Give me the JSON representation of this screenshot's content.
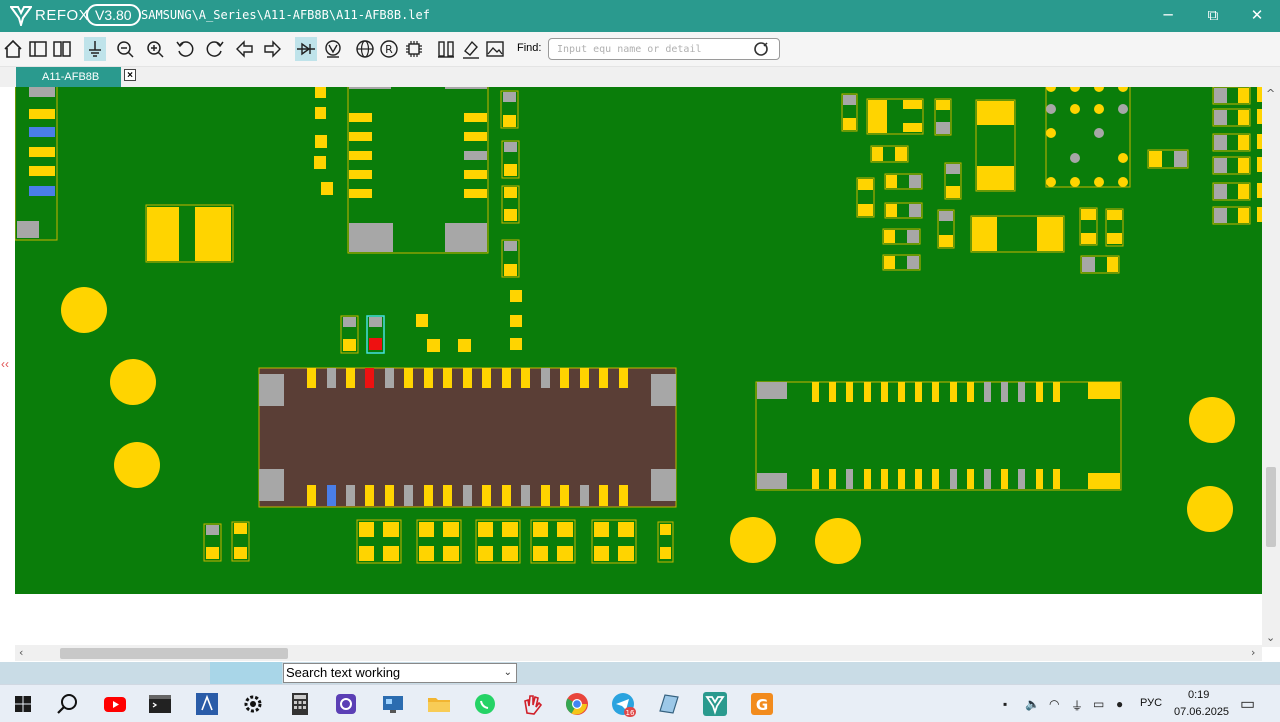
{
  "app": {
    "name": "REFOX",
    "version": "V3.80",
    "file_path": "SAMSUNG\\A_Series\\A11-AFB8B\\A11-AFB8B.lef"
  },
  "window_controls": {
    "minimize": "─",
    "maximize": "⧉",
    "close": "✕"
  },
  "toolbar": {
    "find_label": "Find:",
    "find_placeholder": "Input equ name or detail",
    "find_value": ""
  },
  "tabs": [
    {
      "label": "A11-AFB8B",
      "close": "×"
    }
  ],
  "viewport": {
    "left_edge_arrows": "‹‹",
    "board_color": "#0a7d0a",
    "pad_color": "#ffd400",
    "connector_color": "#5a3e36"
  },
  "status": {
    "search_select": "Search text working"
  },
  "taskbar": {
    "language": "РУС",
    "time": "0:19",
    "date": "07.06.2025",
    "badges": {
      "telegram": "16"
    }
  },
  "colors": {
    "accent": "#2a9a8e"
  }
}
